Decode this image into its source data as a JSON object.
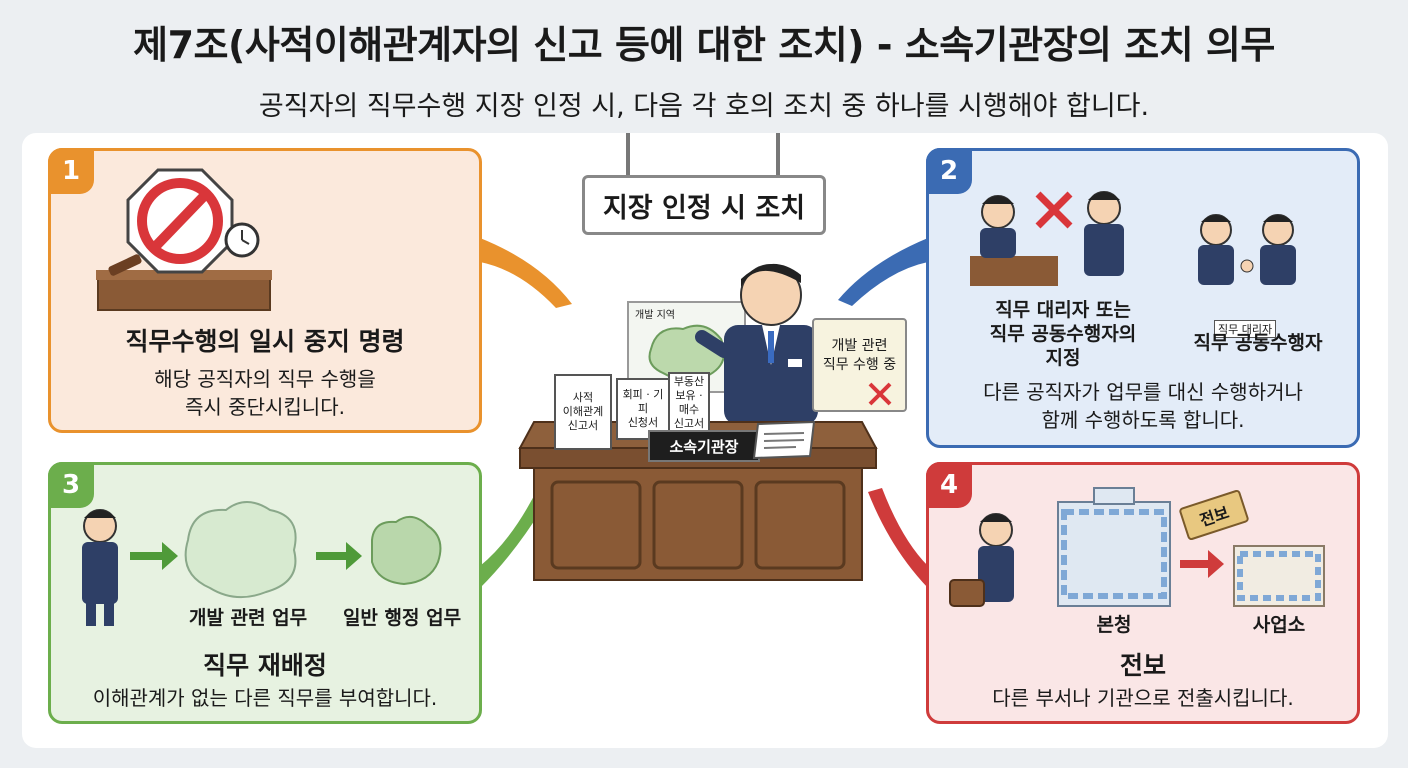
{
  "title": "제7조(사적이해관계자의 신고 등에 대한 조치) - 소속기관장의 조치 의무",
  "subtitle": "공직자의 직무수행 지장 인정 시, 다음 각 호의 조치 중 하나를 시행해야 합니다.",
  "center": {
    "sign": "지장 인정 시 조치",
    "nameplate": "소속기관장",
    "map_label": "개발 지역",
    "speech_bubble": "개발 관련\n직무 수행 중",
    "documents": [
      "사적\n이해관계\n신고서",
      "회피 · 기피\n신청서",
      "부동산\n보유 ·\n매수\n신고서"
    ]
  },
  "panels": [
    {
      "number": "1",
      "heading": "직무수행의 일시 중지 명령",
      "description": "해당 공직자의 직무 수행을\n즉시 중단시킵니다.",
      "color": "#e9922d"
    },
    {
      "number": "2",
      "heading": "직무 대리자 또는\n직무 공동수행자의\n지정",
      "side_label": "직무 공동수행자",
      "tag_label": "직무 대리자",
      "description": "다른 공직자가 업무를 대신 수행하거나\n함께 수행하도록 합니다.",
      "color": "#3b6bb3"
    },
    {
      "number": "3",
      "heading": "직무 재배정",
      "from_label": "개발 관련 업무",
      "to_label": "일반 행정 업무",
      "description": "이해관계가 없는 다른 직무를 부여합니다.",
      "color": "#6cae4c"
    },
    {
      "number": "4",
      "heading": "전보",
      "from_label": "본청",
      "to_label": "사업소",
      "tag": "전보",
      "description": "다른 부서나 기관으로 전출시킵니다.",
      "color": "#cf3b3b"
    }
  ]
}
